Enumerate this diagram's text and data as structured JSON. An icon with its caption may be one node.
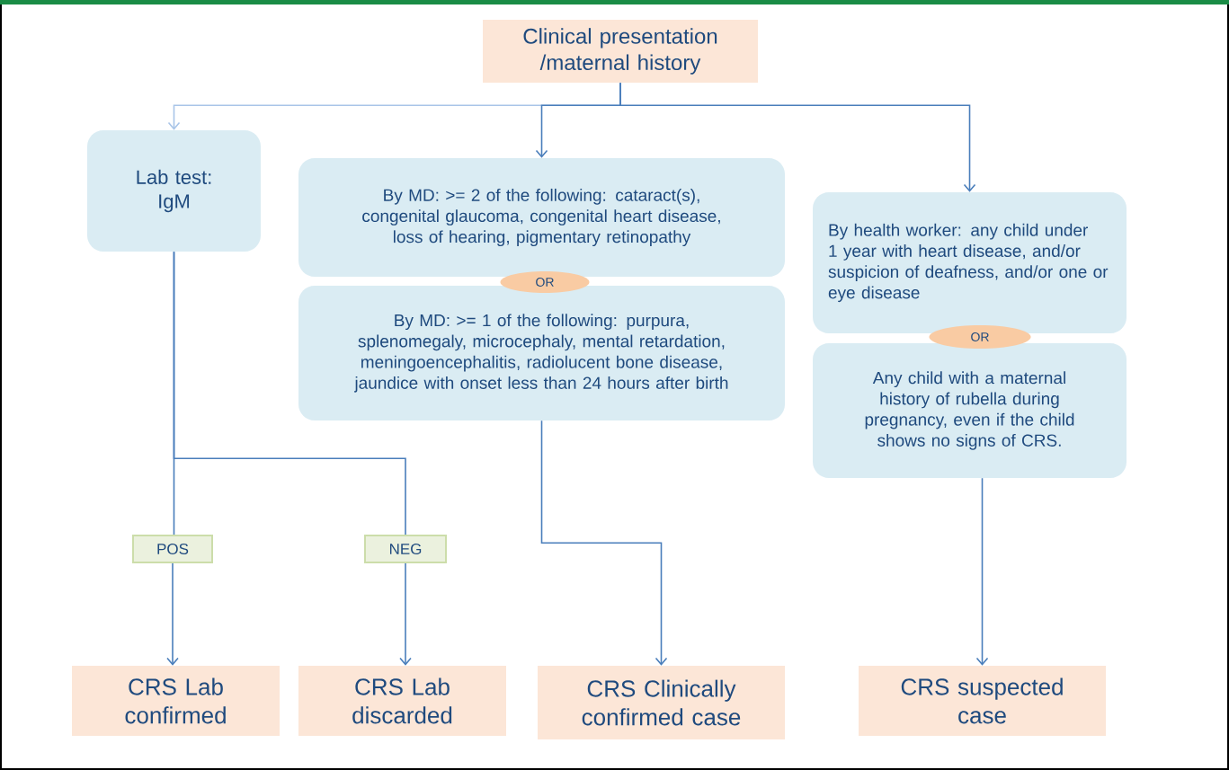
{
  "diagram": {
    "nodes": [
      {
        "text": [
          "Clinical presentation /maternal history"
        ]
      },
      {
        "text": [
          "Lab test: IgM"
        ]
      },
      {
        "text": [
          "By MD: >= 2 of the following: cataract(s), congenital glaucoma, congenital heart disease, loss of hearing, pigmentary retinopathy"
        ]
      },
      {
        "text": [
          "OR"
        ]
      },
      {
        "text": [
          "By MD: >= 1 of the following: purpura, splenomegaly, microcephaly, mental retardation, meningoencephalitis, radiolucent bone disease, jaundice with onset less than 24 hours after birth"
        ]
      },
      {
        "text": [
          "By health worker: any child under 1 year with heart disease, and/or suspicion of deafness, and/or one or eye disease"
        ]
      },
      {
        "text": [
          "OR"
        ]
      },
      {
        "text": [
          "Any child with a maternal history of rubella during pregnancy, even if the child shows no signs of CRS."
        ]
      },
      {
        "text": [
          "POS"
        ]
      },
      {
        "text": [
          "NEG"
        ]
      },
      {
        "text": [
          "CRS Lab confirmed"
        ]
      },
      {
        "text": [
          "CRS Lab discarded"
        ]
      },
      {
        "text": [
          "CRS Clinically confirmed case"
        ]
      },
      {
        "text": [
          "CRS suspected case"
        ]
      }
    ],
    "edges": [
      {
        "from": 0,
        "to": 1,
        "arrow": "to",
        "color": "#a9c5e8"
      },
      {
        "from": 0,
        "to": 2,
        "arrow": "to"
      },
      {
        "from": 0,
        "to": 5,
        "arrow": "to"
      },
      {
        "from": 1,
        "to": 8,
        "arrow": "none"
      },
      {
        "from": 1,
        "to": 9,
        "arrow": "none"
      },
      {
        "from": 8,
        "to": 10,
        "arrow": "to"
      },
      {
        "from": 9,
        "to": 11,
        "arrow": "to"
      },
      {
        "from": 4,
        "to": 12,
        "arrow": "to"
      },
      {
        "from": 7,
        "to": 13,
        "arrow": "to"
      }
    ]
  }
}
